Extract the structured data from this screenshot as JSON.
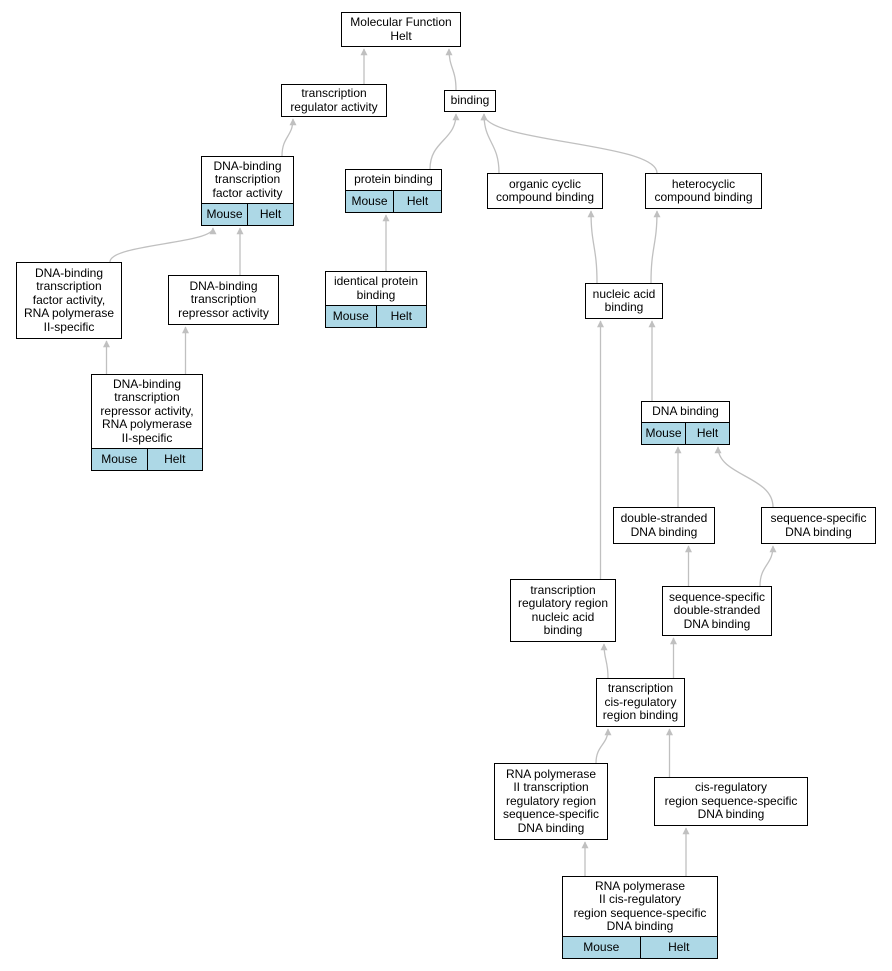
{
  "colors": {
    "edge": "#c0c0c0",
    "tag_fill": "#add8e6",
    "node_border": "#000000"
  },
  "nodes": {
    "mf": {
      "label": "Molecular Function\nHelt",
      "tags": []
    },
    "tra": {
      "label": "transcription\nregulator activity",
      "tags": []
    },
    "bind": {
      "label": "binding",
      "tags": []
    },
    "dbtfa": {
      "label": "DNA-binding\ntranscription\nfactor activity",
      "tags": [
        "Mouse",
        "Helt"
      ]
    },
    "pb": {
      "label": "protein binding",
      "tags": [
        "Mouse",
        "Helt"
      ]
    },
    "ocb": {
      "label": "organic cyclic\ncompound binding",
      "tags": []
    },
    "hcb": {
      "label": "heterocyclic\ncompound binding",
      "tags": []
    },
    "dbtfa2": {
      "label": "DNA-binding\ntranscription\nfactor activity,\nRNA polymerase\nII-specific",
      "tags": []
    },
    "dbtra": {
      "label": "DNA-binding\ntranscription\nrepressor activity",
      "tags": []
    },
    "ipb": {
      "label": "identical protein\nbinding",
      "tags": [
        "Mouse",
        "Helt"
      ]
    },
    "nab": {
      "label": "nucleic acid\nbinding",
      "tags": []
    },
    "dbtra2": {
      "label": "DNA-binding\ntranscription\nrepressor activity,\nRNA polymerase\nII-specific",
      "tags": [
        "Mouse",
        "Helt"
      ]
    },
    "dnab": {
      "label": "DNA binding",
      "tags": [
        "Mouse",
        "Helt"
      ]
    },
    "dsdb": {
      "label": "double-stranded\nDNA binding",
      "tags": []
    },
    "ssdb": {
      "label": "sequence-specific\nDNA binding",
      "tags": []
    },
    "trrnab": {
      "label": "transcription\nregulatory region\nnucleic acid\nbinding",
      "tags": []
    },
    "ssdsdb": {
      "label": "sequence-specific\ndouble-stranded\nDNA binding",
      "tags": []
    },
    "tcrb": {
      "label": "transcription\ncis-regulatory\nregion binding",
      "tags": []
    },
    "rp2trr": {
      "label": "RNA polymerase\nII transcription\nregulatory region\nsequence-specific\nDNA binding",
      "tags": []
    },
    "crss": {
      "label": "cis-regulatory\nregion sequence-specific\nDNA binding",
      "tags": []
    },
    "rp2cr": {
      "label": "RNA polymerase\nII cis-regulatory\nregion sequence-specific\nDNA binding",
      "tags": [
        "Mouse",
        "Helt"
      ]
    }
  },
  "edges": [
    [
      "tra",
      "mf"
    ],
    [
      "bind",
      "mf"
    ],
    [
      "dbtfa",
      "tra"
    ],
    [
      "pb",
      "bind"
    ],
    [
      "ocb",
      "bind"
    ],
    [
      "hcb",
      "bind"
    ],
    [
      "dbtfa2",
      "dbtfa"
    ],
    [
      "dbtra",
      "dbtfa"
    ],
    [
      "dbtra2",
      "dbtfa2"
    ],
    [
      "dbtra2",
      "dbtra"
    ],
    [
      "ipb",
      "pb"
    ],
    [
      "nab",
      "ocb"
    ],
    [
      "nab",
      "hcb"
    ],
    [
      "dnab",
      "nab"
    ],
    [
      "trrnab",
      "nab"
    ],
    [
      "dsdb",
      "dnab"
    ],
    [
      "ssdb",
      "dnab"
    ],
    [
      "ssdsdb",
      "dsdb"
    ],
    [
      "ssdsdb",
      "ssdb"
    ],
    [
      "tcrb",
      "trrnab"
    ],
    [
      "tcrb",
      "ssdsdb"
    ],
    [
      "rp2trr",
      "tcrb"
    ],
    [
      "crss",
      "tcrb"
    ],
    [
      "rp2cr",
      "rp2trr"
    ],
    [
      "rp2cr",
      "crss"
    ]
  ]
}
